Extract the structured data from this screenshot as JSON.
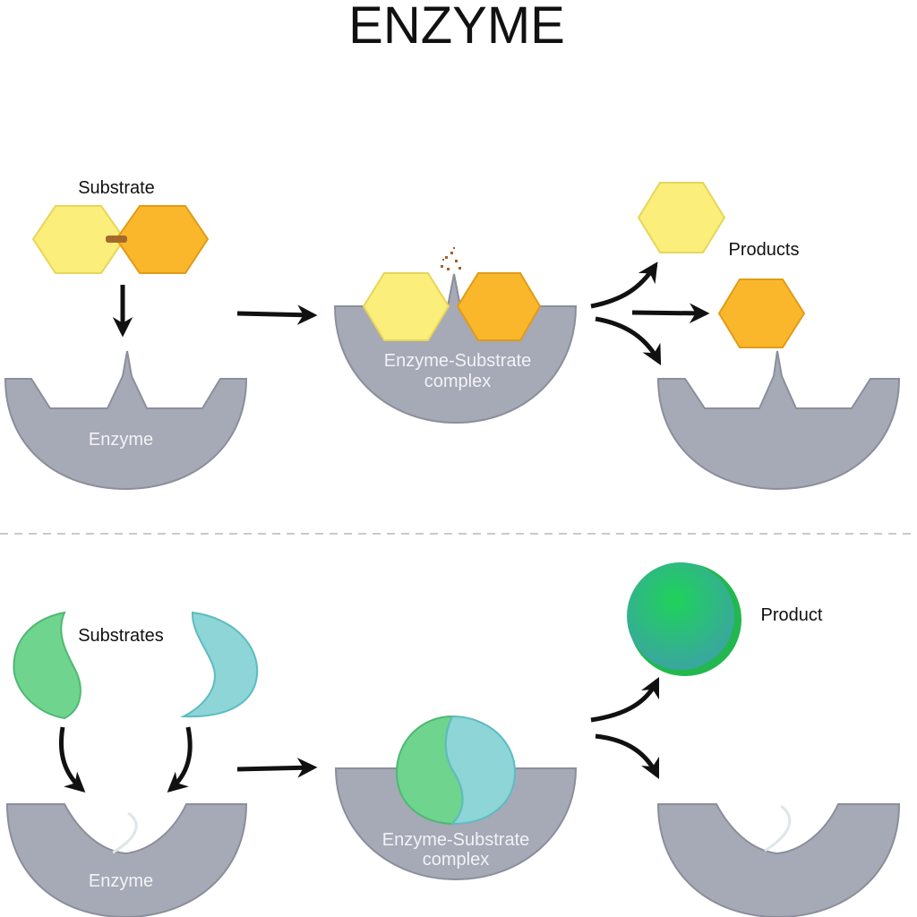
{
  "title": "ENZYME",
  "top": {
    "substrate_label": "Substrate",
    "enzyme_label": "Enzyme",
    "complex_label_line1": "Enzyme-Substrate",
    "complex_label_line2": "complex",
    "products_label": "Products"
  },
  "bottom": {
    "substrates_label": "Substrates",
    "enzyme_label": "Enzyme",
    "complex_label_line1": "Enzyme-Substrate",
    "complex_label_line2": "complex",
    "product_label": "Product"
  },
  "colors": {
    "enzyme": "#a6a9b6",
    "enzyme_edge": "#8b8e9b",
    "hex_yellow": "#fbee7a",
    "hex_orange": "#fbb72c",
    "green_substrate": "#6fd48e",
    "teal_substrate": "#8dd5d6",
    "product_circle": "#2fb46a",
    "arrow": "#111111"
  }
}
